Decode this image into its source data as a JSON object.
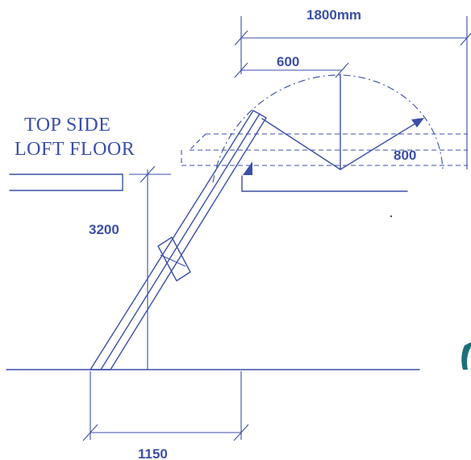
{
  "labels": {
    "loft_title_line1": "TOP SIDE",
    "loft_title_line2": "LOFT FLOOR"
  },
  "dimensions": {
    "overall_width": "1800mm",
    "hatch_offset": "600",
    "arc_height": "800",
    "floor_height": "3200",
    "base_run": "1150"
  },
  "colors": {
    "ink": "#3b4fa8",
    "edge_mark": "#1f6f78"
  }
}
